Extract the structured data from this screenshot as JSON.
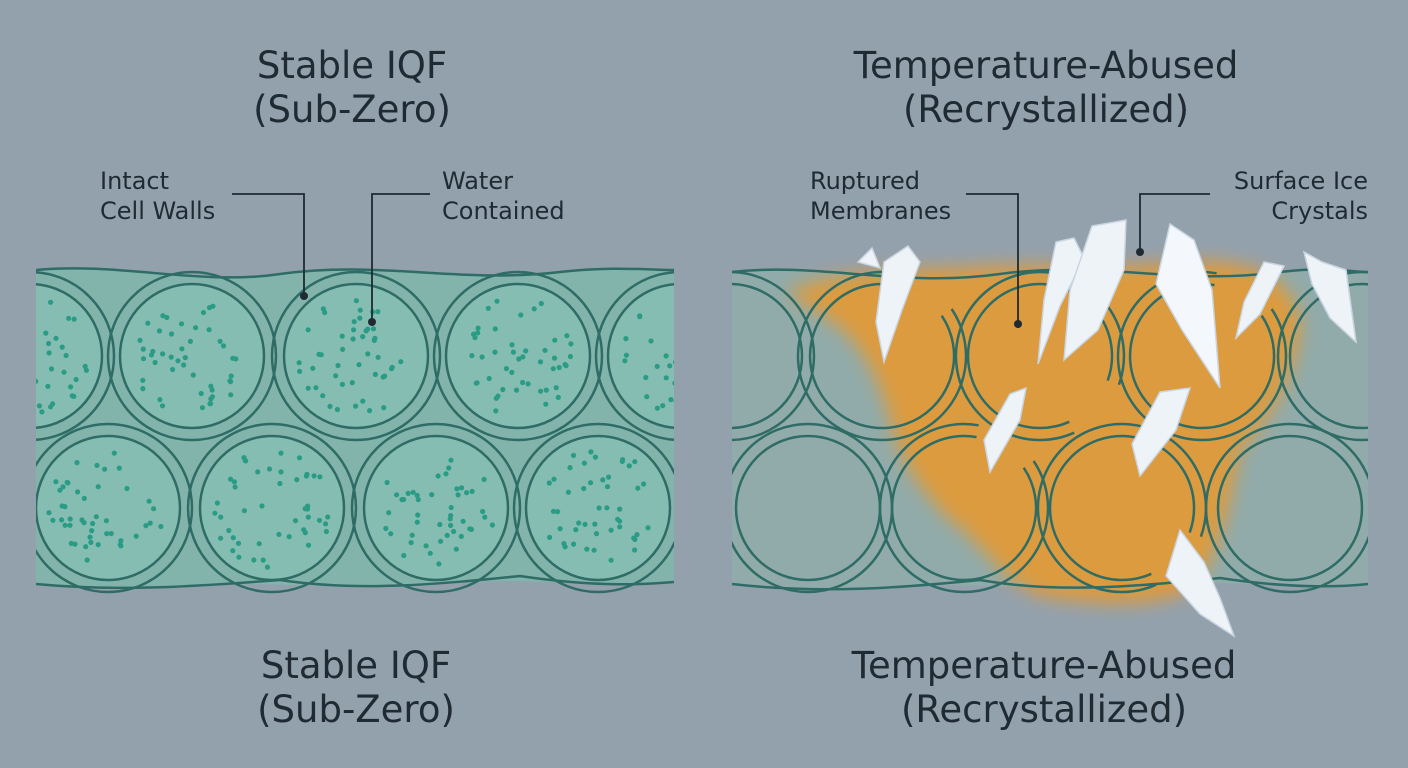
{
  "panels": {
    "left": {
      "title_top": {
        "line1": "Stable IQF",
        "line2": "(Sub-Zero)"
      },
      "title_bottom": {
        "line1": "Stable IQF",
        "line2": "(Sub-Zero)"
      },
      "callouts": [
        {
          "line1": "Intact",
          "line2": "Cell Walls"
        },
        {
          "line1": "Water",
          "line2": "Contained"
        }
      ]
    },
    "right": {
      "title_top": {
        "line1": "Temperature-Abused",
        "line2": "(Recrystallized)"
      },
      "title_bottom": {
        "line1": "Temperature-Abused",
        "line2": "(Recrystallized)"
      },
      "callouts": [
        {
          "line1": "Ruptured",
          "line2": "Membranes"
        },
        {
          "line1": "Surface Ice",
          "line2": "Crystals"
        }
      ]
    }
  },
  "colors": {
    "background": "#93a1ad",
    "tissue_fill": "#7fb7ab",
    "cell_wall": "#2f6c66",
    "water_dot": "#2a9c86",
    "leaked_fluid": "#e39a34",
    "ice_crystal": "#eef3f8",
    "leader_line": "#1f2a33"
  }
}
